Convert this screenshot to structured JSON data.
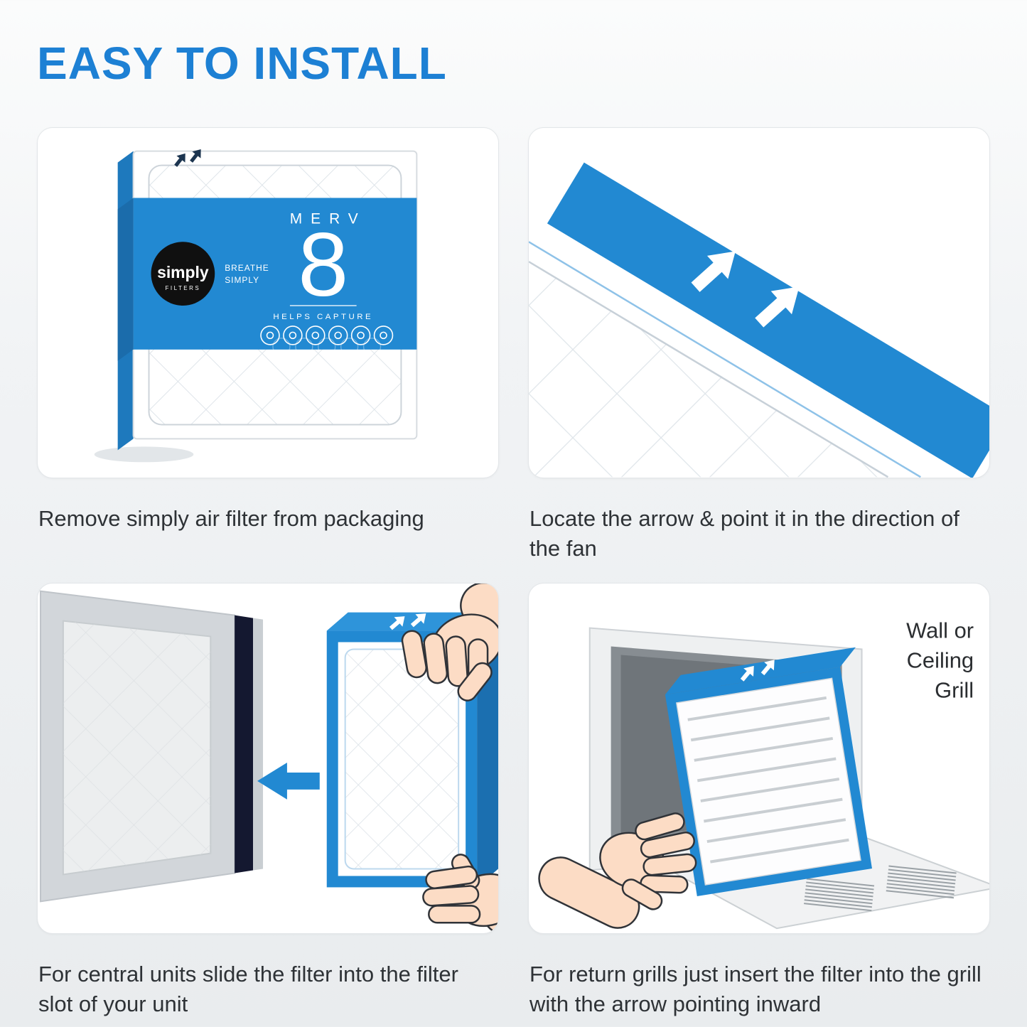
{
  "page": {
    "title": "EASY TO INSTALL"
  },
  "steps": [
    {
      "caption": "Remove simply air filter from packaging"
    },
    {
      "caption": "Locate the arrow & point it in the direction of the fan"
    },
    {
      "caption": "For central units slide the filter into the filter slot of your unit"
    },
    {
      "caption": "For return grills just insert the filter into the grill with the arrow pointing inward"
    }
  ],
  "package_label": {
    "brand": "simply",
    "brand_sub": "FILTERS",
    "tagline_line1": "BREATHE",
    "tagline_line2": "SIMPLY",
    "merv_word": "MERV",
    "merv_number": "8",
    "capture_label": "HELPS CAPTURE"
  },
  "grill_label": {
    "line1": "Wall or",
    "line2": "Ceiling",
    "line3": "Grill"
  },
  "colors": {
    "accent_blue": "#2289D2",
    "dark_blue_side": "#1B6FB0",
    "heading_blue": "#1D80D4",
    "dark_slot": "#141830",
    "card_background": "#FFFFFF",
    "page_background": "#ECEFF1",
    "caption_text": "#2E3236"
  }
}
